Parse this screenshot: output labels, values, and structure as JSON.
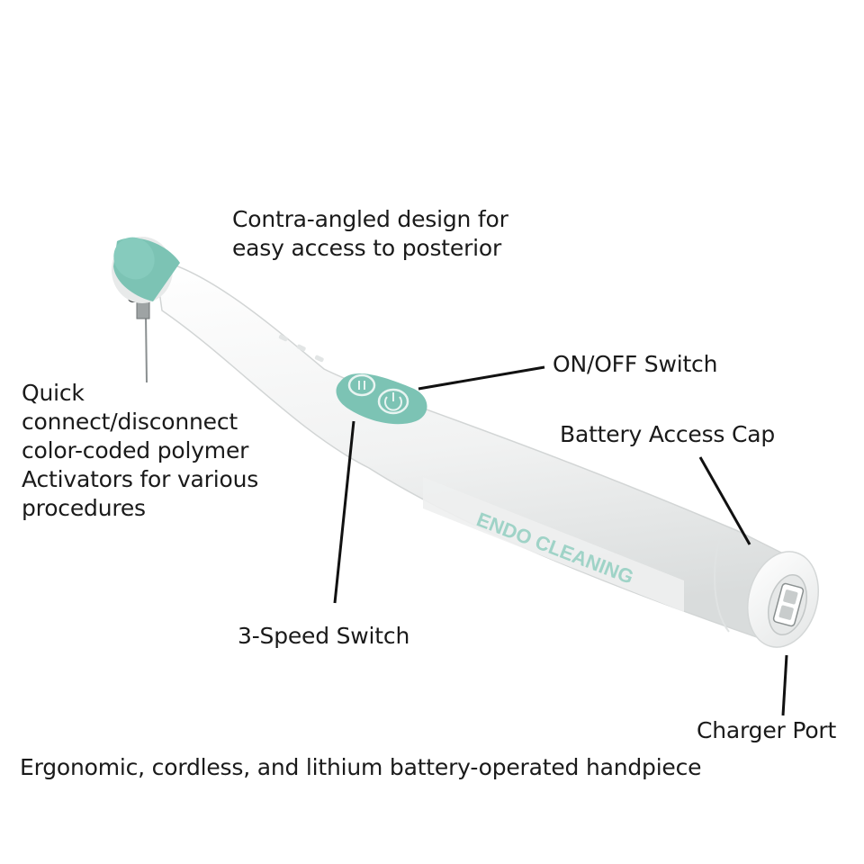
{
  "callouts": {
    "contra_angle": [
      "Contra-angled design for",
      "easy access to posterior"
    ],
    "on_off": "ON/OFF Switch",
    "battery_cap": "Battery Access Cap",
    "quick_connect": [
      "Quick",
      "connect/disconnect",
      "color-coded polymer",
      "Activators for various",
      "procedures"
    ],
    "speed_switch": "3-Speed Switch",
    "charger_port": "Charger Port",
    "ergonomic": "Ergonomic, cordless, and lithium battery-operated handpiece"
  },
  "device": {
    "brand_text": "ENDO CLEANING",
    "accent_color": "#7cc3b4",
    "body_color": "#f4f5f5"
  }
}
